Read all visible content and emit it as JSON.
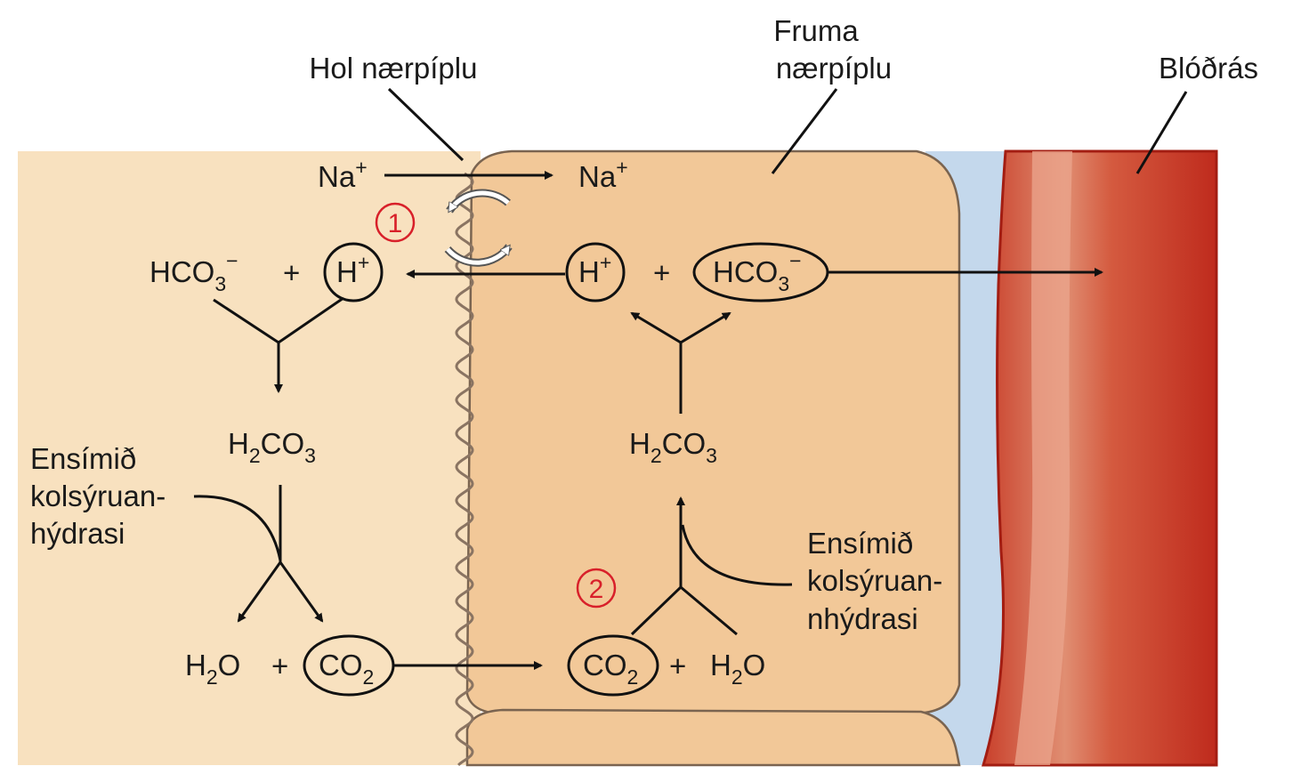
{
  "labels": {
    "lumen": "Hol nærpíplu",
    "cell_line1": "Fruma",
    "cell_line2": "nærpíplu",
    "blood": "Blóðrás",
    "enzyme_left": [
      "Ensímið",
      "kolsýruan-",
      "hýdrasi"
    ],
    "enzyme_right": [
      "Ensímið",
      "kolsýruan-",
      "nhýdrasi"
    ]
  },
  "step_numbers": [
    "1",
    "2"
  ],
  "molecules": {
    "na": "Na",
    "na_charge": "+",
    "h": "H",
    "h_charge": "+",
    "hco3_base": "HCO",
    "hco3_sub": "3",
    "hco3_charge": "−",
    "h2co3_a": "H",
    "h2co3_sub1": "2",
    "h2co3_b": "CO",
    "h2co3_sub2": "3",
    "h2o_a": "H",
    "h2o_sub": "2",
    "h2o_b": "O",
    "co2_a": "CO",
    "co2_sub": "2",
    "plus": "+"
  },
  "colors": {
    "lumen_fill": "#f8e1bf",
    "cell_fill": "#f2c898",
    "interstitial": "#c4d8ec",
    "vessel_wall": "#e59b84",
    "vessel_inner": "#c93a26",
    "step_number": "#d8202a",
    "exchanger_arrow": "#ffffff"
  }
}
